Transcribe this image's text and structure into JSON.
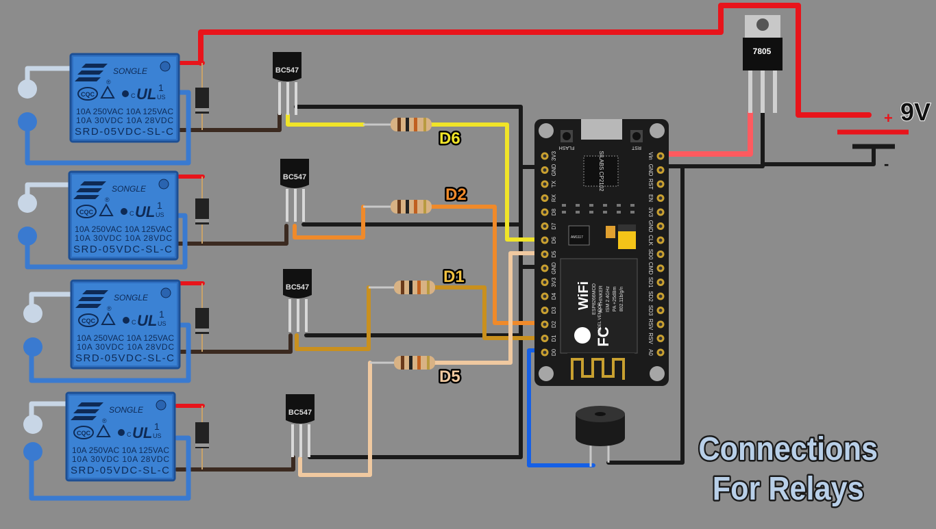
{
  "title": {
    "line1": "Connections",
    "line2": "For Relays"
  },
  "supply": {
    "label": "9V",
    "plus": "+",
    "minus": "-"
  },
  "regulator": {
    "label": "7805"
  },
  "transistor_label": "BC547",
  "relay": {
    "brand": "SONGLE",
    "cert_cqc": "CQC",
    "cert_ul": "UL",
    "cert_c": "C",
    "cert_us": "US",
    "cert_num": "1",
    "reg": "®",
    "spec1": "10A 250VAC  10A 125VAC",
    "spec2": "10A  30VDC  10A  28VDC",
    "model": "SRD-05VDC-SL-C"
  },
  "pin_labels": {
    "d6": "D6",
    "d2": "D2",
    "d1": "D1",
    "d5": "D5"
  },
  "board": {
    "flash": "FLASH",
    "rst": "RST",
    "chip": "SILABS\nCP2102",
    "ldo": "AM1117",
    "module_lines": [
      "ESP8266MOD",
      "AI-THINKER",
      "ISM 2.4GHz",
      "PA +25dBm",
      "802.11b/g/n"
    ],
    "wifi": "WiFi",
    "fc": "FC",
    "model_text": "MODEL\nVENDOR",
    "left_pins": [
      "3V3",
      "GND",
      "TX",
      "RX",
      "D8",
      "D7",
      "D6",
      "D5",
      "GND",
      "3V3",
      "D4",
      "D3",
      "D2",
      "D1",
      "D0"
    ],
    "right_pins": [
      "Vin",
      "GND",
      "RST",
      "EN",
      "3V3",
      "GND",
      "CLK",
      "SD0",
      "CMD",
      "SD1",
      "SD2",
      "SD3",
      "RSV",
      "RSV",
      "A0"
    ]
  },
  "colors": {
    "red": "#e8141b",
    "pink": "#ff5a5f",
    "black": "#1a1a1a",
    "brown": "#3b2a20",
    "blue": "#3a7ad0",
    "light_blue": "#c8d6e6",
    "yellow": "#f0e428",
    "orange": "#f08a2a",
    "amber": "#c9901e",
    "tan": "#f0c9a0",
    "dblue": "#1560e6"
  }
}
